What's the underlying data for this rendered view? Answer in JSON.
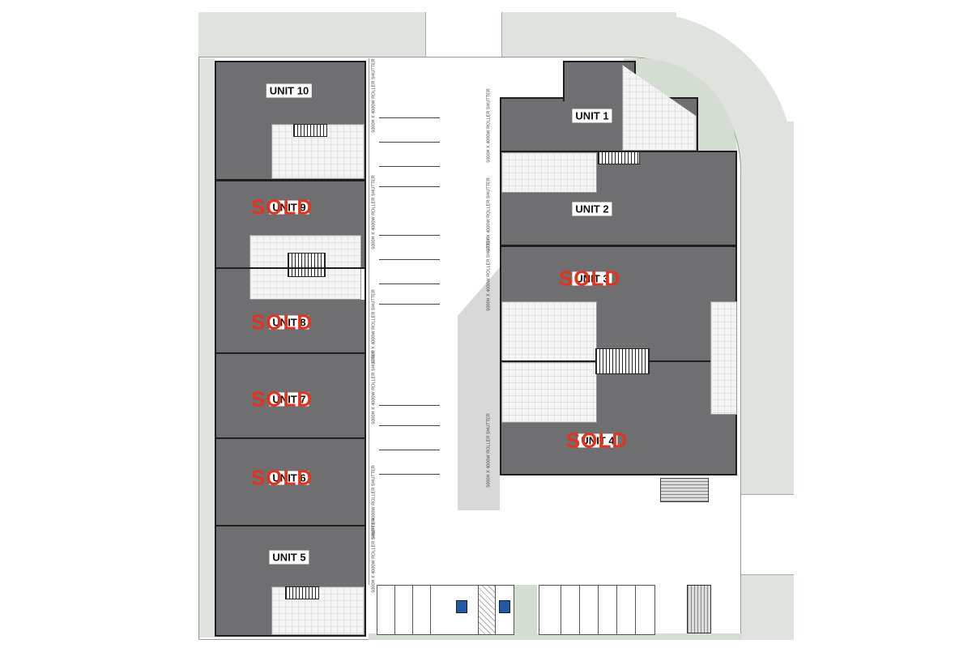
{
  "units": [
    {
      "id": "unit-10",
      "label": "UNIT 10",
      "sold": false
    },
    {
      "id": "unit-9",
      "label": "UNIT 9",
      "sold": true
    },
    {
      "id": "unit-8",
      "label": "UNIT 8",
      "sold": true
    },
    {
      "id": "unit-7",
      "label": "UNIT 7",
      "sold": true
    },
    {
      "id": "unit-6",
      "label": "UNIT 6",
      "sold": true
    },
    {
      "id": "unit-5",
      "label": "UNIT 5",
      "sold": false
    },
    {
      "id": "unit-1",
      "label": "UNIT 1",
      "sold": false
    },
    {
      "id": "unit-2",
      "label": "UNIT 2",
      "sold": false
    },
    {
      "id": "unit-3",
      "label": "UNIT 3",
      "sold": true
    },
    {
      "id": "unit-4",
      "label": "UNIT 4",
      "sold": true
    }
  ],
  "sold_label": "SOLD",
  "shutter_label": "5000H X 4000W ROLLER SHUTTER",
  "colors": {
    "sold": "#e5321c",
    "unit": "#6f6f72",
    "road": "#dfe3dd"
  }
}
